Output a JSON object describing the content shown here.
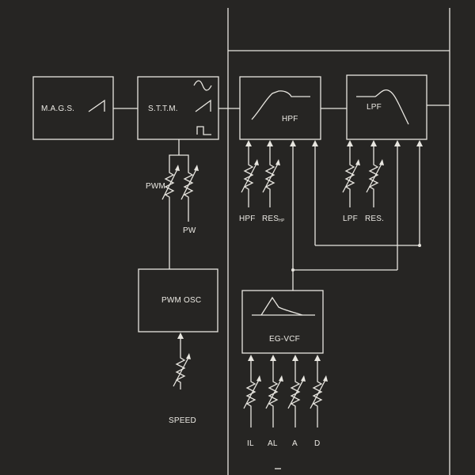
{
  "blocks": {
    "mags": "M.A.G.S.",
    "sttm": "S.T.T.M.",
    "hpf": "HPF",
    "lpf": "LPF",
    "pwm_osc": "PWM OSC",
    "eg_vcf": "EG-VCF"
  },
  "controls": {
    "pwm": "PWM",
    "pw": "PW",
    "speed": "SPEED",
    "hpf": "HPF",
    "hpf_res": "RES",
    "hpf_res_sub": "HP",
    "lpf": "LPF",
    "lpf_res": "RES.",
    "il": "IL",
    "al": "AL",
    "a": "A",
    "d": "D"
  },
  "colors": {
    "background": "#262523",
    "line": "#e8e6e0"
  }
}
